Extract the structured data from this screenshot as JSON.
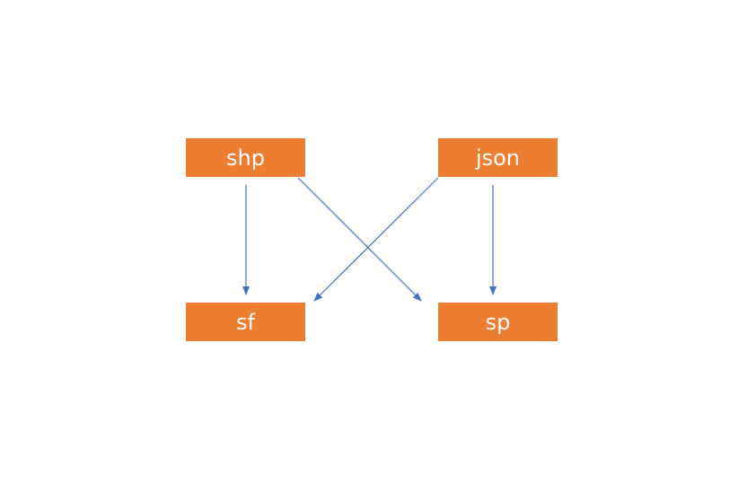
{
  "colors": {
    "node_fill": "#ED7D31",
    "node_text": "#FFFFFF",
    "edge": "#4472C4",
    "background": "#FFFFFF"
  },
  "nodes": {
    "shp": "shp",
    "json": "json",
    "sf": "sf",
    "sp": "sp"
  },
  "edges": [
    {
      "from": "shp",
      "to": "sf"
    },
    {
      "from": "shp",
      "to": "sp"
    },
    {
      "from": "json",
      "to": "sf"
    },
    {
      "from": "json",
      "to": "sp"
    }
  ]
}
